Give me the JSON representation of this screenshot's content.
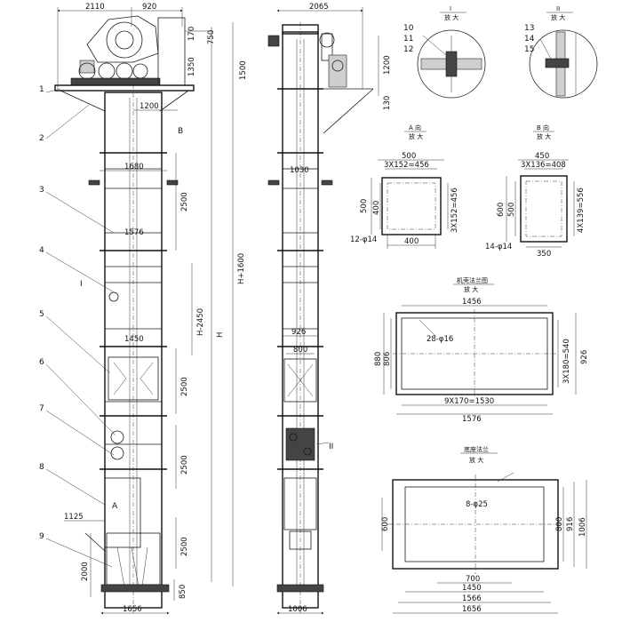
{
  "figure": {
    "front": {
      "dims_top": [
        "2110",
        "920"
      ],
      "dims_right_top": [
        "170",
        "750",
        "1350"
      ],
      "dim_1500": "1500",
      "dim_1200": "1200",
      "dim_1680": "1680",
      "dim_1576": "1576",
      "dim_1450": "1450",
      "dim_2500_a": "2500",
      "dim_h2450": "H-2450",
      "dim_2500_b": "2500",
      "dim_2500_c": "2500",
      "dim_2500_d": "2500",
      "dim_h": "H",
      "dim_h1600": "H+1600",
      "dim_1125": "1125",
      "dim_2000": "2000",
      "dim_850": "850",
      "dim_1656": "1656",
      "mark_a": "A",
      "mark_b": "B",
      "mark_i": "I",
      "callouts": [
        "1",
        "2",
        "3",
        "4",
        "5",
        "6",
        "7",
        "8",
        "9"
      ]
    },
    "side": {
      "dim_2065": "2065",
      "dim_1200": "1200",
      "dim_130": "130",
      "dim_1030": "1030",
      "dim_926": "926",
      "dim_800": "800",
      "dim_1006": "1006",
      "mark_ii": "II"
    },
    "detail_i": {
      "roman": "I",
      "title": "放 大",
      "items": [
        "10",
        "11",
        "12"
      ]
    },
    "detail_ii": {
      "roman": "II",
      "title": "放 大",
      "items": [
        "13",
        "14",
        "15"
      ]
    },
    "view_a": {
      "title": "A 向",
      "sub": "放 大",
      "w_outer": "500",
      "w_pitch": "3X152=456",
      "h_outer": "500",
      "h_inner": "400",
      "h_pitch": "3X152=456",
      "holes": "12-φ14",
      "w_inner": "400"
    },
    "view_b": {
      "title": "B 向",
      "sub": "放 大",
      "w_outer": "450",
      "w_pitch": "3X136=408",
      "h_outer": "600",
      "h_inner": "500",
      "h_pitch": "4X139=556",
      "holes": "14-φ14",
      "w_inner": "350"
    },
    "head_flange": {
      "title": "机壳法兰图",
      "sub": "放 大",
      "w_top": "1456",
      "holes": "28-φ16",
      "h_outer": "880",
      "h_inner": "806",
      "h_pitch": "3X180=540",
      "h_right": "926",
      "w_pitch": "9X170=1530",
      "w_bottom": "1576"
    },
    "base": {
      "title": "底座法兰",
      "sub": "放 大",
      "holes": "8-φ25",
      "h_left": "600",
      "h_r1": "800",
      "h_r2": "916",
      "h_r3": "1006",
      "w_700": "700",
      "w_1450": "1450",
      "w_1566": "1566",
      "w_1656": "1656"
    }
  }
}
